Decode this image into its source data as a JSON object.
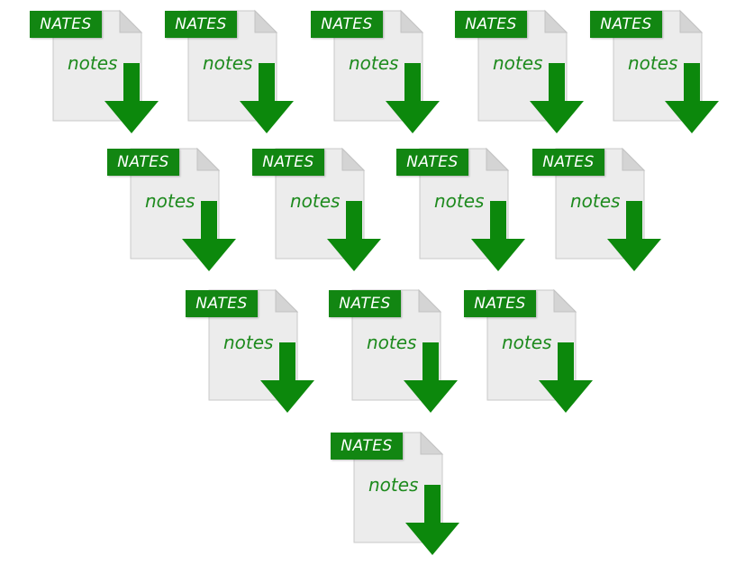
{
  "colors": {
    "accent": "#128612",
    "arrow": "#0c880c",
    "page": "#ededed",
    "page_fold": "#d7d7d7",
    "text_green": "#1d8a1d"
  },
  "icon_semantic": "download-notes-file-icon",
  "items": [
    {
      "tag": "NATES",
      "caption": "notes"
    },
    {
      "tag": "NATES",
      "caption": "notes"
    },
    {
      "tag": "NATES",
      "caption": "notes"
    },
    {
      "tag": "NATES",
      "caption": "notes"
    },
    {
      "tag": "NATES",
      "caption": "notes"
    },
    {
      "tag": "NATES",
      "caption": "notes"
    },
    {
      "tag": "NATES",
      "caption": "notes"
    },
    {
      "tag": "NATES",
      "caption": "notes"
    },
    {
      "tag": "NATES",
      "caption": "notes"
    },
    {
      "tag": "NATES",
      "caption": "notes"
    },
    {
      "tag": "NATES",
      "caption": "notes"
    },
    {
      "tag": "NATES",
      "caption": "notes"
    },
    {
      "tag": "NATES",
      "caption": "notes"
    }
  ]
}
